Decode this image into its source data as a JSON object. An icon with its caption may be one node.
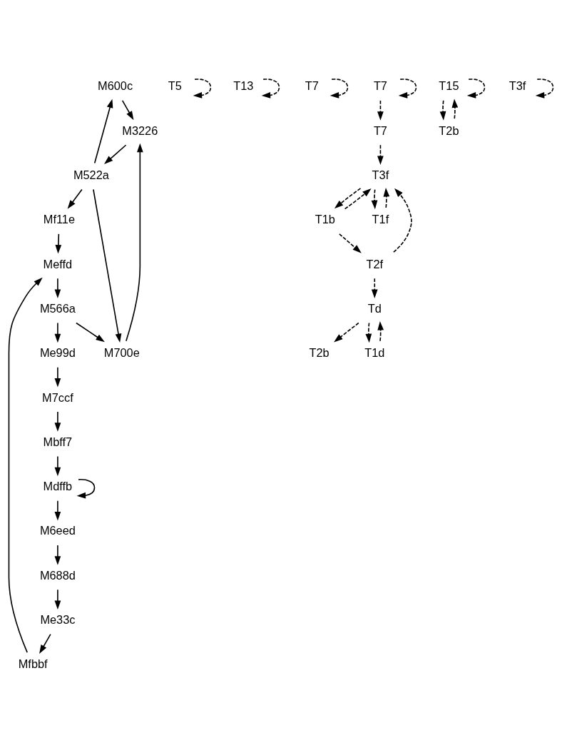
{
  "diagram": {
    "nodes": [
      {
        "text": [
          "M600c"
        ]
      },
      {
        "text": [
          "T5"
        ]
      },
      {
        "text": [
          "T13"
        ]
      },
      {
        "text": [
          "T7"
        ]
      },
      {
        "text": [
          "M522a"
        ]
      },
      {
        "text": [
          "M3226"
        ]
      },
      {
        "text": [
          "T7"
        ]
      },
      {
        "text": [
          "T15"
        ]
      },
      {
        "text": [
          "M700e"
        ]
      },
      {
        "text": [
          "T7"
        ]
      },
      {
        "text": [
          "Mf11e"
        ]
      },
      {
        "text": [
          "T2b"
        ]
      },
      {
        "text": [
          "Meffd"
        ]
      },
      {
        "text": [
          "Mfbbf"
        ]
      },
      {
        "text": [
          "M566a"
        ]
      },
      {
        "text": [
          "T3f"
        ]
      },
      {
        "text": [
          "Me33c"
        ]
      },
      {
        "text": [
          "T1b"
        ]
      },
      {
        "text": [
          "T2b"
        ]
      },
      {
        "text": [
          "Me99d"
        ]
      },
      {
        "text": [
          "M688d"
        ]
      },
      {
        "text": [
          "Td"
        ]
      },
      {
        "text": [
          "T2f"
        ]
      },
      {
        "text": [
          "T1d"
        ]
      },
      {
        "text": [
          "M7ccf"
        ]
      },
      {
        "text": [
          "T1f"
        ]
      },
      {
        "text": [
          "M6eed"
        ]
      },
      {
        "text": [
          "Mbff7"
        ]
      },
      {
        "text": [
          "Mdffb"
        ]
      },
      {
        "text": [
          "T3f"
        ]
      }
    ],
    "edges": [
      {
        "from": 4,
        "to": 0,
        "arrow": "to"
      },
      {
        "from": 0,
        "to": 5,
        "arrow": "to"
      },
      {
        "from": 5,
        "to": 4,
        "arrow": "to"
      },
      {
        "from": 4,
        "to": 8,
        "arrow": "to"
      },
      {
        "from": 8,
        "to": 5,
        "arrow": "to"
      },
      {
        "from": 4,
        "to": 10,
        "arrow": "to"
      },
      {
        "from": 10,
        "to": 12,
        "arrow": "to"
      },
      {
        "from": 12,
        "to": 14,
        "arrow": "to"
      },
      {
        "from": 14,
        "to": 8,
        "arrow": "to"
      },
      {
        "from": 14,
        "to": 19,
        "arrow": "to"
      },
      {
        "from": 19,
        "to": 24,
        "arrow": "to"
      },
      {
        "from": 24,
        "to": 27,
        "arrow": "to"
      },
      {
        "from": 27,
        "to": 28,
        "arrow": "to"
      },
      {
        "from": 28,
        "to": 26,
        "arrow": "to"
      },
      {
        "from": 26,
        "to": 20,
        "arrow": "to"
      },
      {
        "from": 20,
        "to": 16,
        "arrow": "to"
      },
      {
        "from": 16,
        "to": 13,
        "arrow": "to"
      },
      {
        "from": 13,
        "to": 12,
        "arrow": "to"
      },
      {
        "from": 28,
        "to": 28,
        "arrow": "to"
      },
      {
        "from": 1,
        "to": 1,
        "arrow": "to",
        "style": "dashed"
      },
      {
        "from": 2,
        "to": 2,
        "arrow": "to",
        "style": "dashed"
      },
      {
        "from": 3,
        "to": 3,
        "arrow": "to",
        "style": "dashed"
      },
      {
        "from": 9,
        "to": 9,
        "arrow": "to",
        "style": "dashed"
      },
      {
        "from": 7,
        "to": 7,
        "arrow": "to",
        "style": "dashed"
      },
      {
        "from": 11,
        "to": 7,
        "arrow": "to",
        "style": "dashed"
      },
      {
        "from": 7,
        "to": 11,
        "arrow": "to",
        "style": "dashed"
      },
      {
        "from": 9,
        "to": 6,
        "arrow": "to",
        "style": "dashed"
      },
      {
        "from": 6,
        "to": 15,
        "arrow": "to",
        "style": "dashed"
      },
      {
        "from": 15,
        "to": 17,
        "arrow": "to",
        "style": "dashed"
      },
      {
        "from": 17,
        "to": 15,
        "arrow": "to",
        "style": "dashed"
      },
      {
        "from": 21,
        "to": 18,
        "arrow": "to",
        "style": "dashed"
      },
      {
        "from": 17,
        "to": 22,
        "arrow": "to",
        "style": "dashed"
      },
      {
        "from": 21,
        "to": 23,
        "arrow": "to",
        "style": "dashed"
      },
      {
        "from": 23,
        "to": 21,
        "arrow": "to",
        "style": "dashed"
      },
      {
        "from": 22,
        "to": 21,
        "arrow": "to",
        "style": "dashed"
      },
      {
        "from": 15,
        "to": 25,
        "arrow": "to",
        "style": "dashed"
      },
      {
        "from": 25,
        "to": 15,
        "arrow": "to",
        "style": "dashed"
      },
      {
        "from": 22,
        "to": 15,
        "arrow": "to",
        "style": "dashed"
      },
      {
        "from": 29,
        "to": 29,
        "arrow": "to",
        "style": "dashed"
      }
    ]
  }
}
